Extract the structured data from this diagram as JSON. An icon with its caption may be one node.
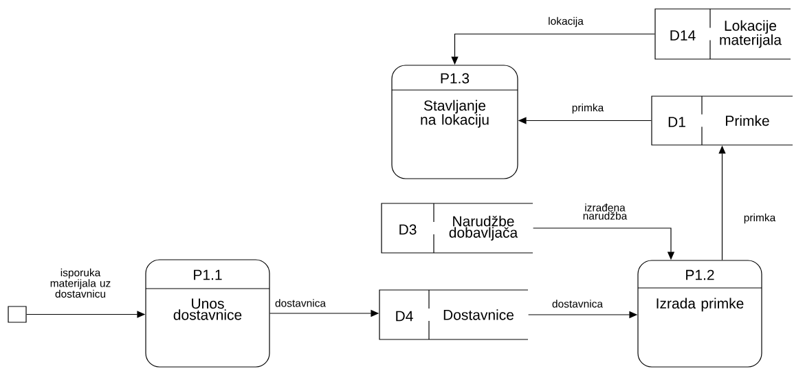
{
  "diagram": {
    "nodes": [
      {
        "text": [
          "D14",
          "Lokacije materijala"
        ]
      },
      {
        "text": [
          "P1.3",
          "Stavljanje na lokaciju"
        ]
      },
      {
        "text": [
          "D1",
          "Primke"
        ]
      },
      {
        "text": [
          "D3",
          "Narudžbe dobavljača"
        ]
      },
      {
        "text": [],
        "shape": "box"
      },
      {
        "text": [
          "P1.1",
          "Unos dostavnice"
        ]
      },
      {
        "text": [
          "D4",
          "Dostavnice"
        ]
      },
      {
        "text": [
          "P1.2",
          "Izrada primke"
        ]
      }
    ],
    "edges": [
      {
        "from": 0,
        "to": 1,
        "arrow": "to",
        "label": "lokacija"
      },
      {
        "from": 2,
        "to": 1,
        "arrow": "to",
        "label": "primka"
      },
      {
        "from": 7,
        "to": 2,
        "arrow": "to",
        "label": "primka"
      },
      {
        "from": 3,
        "to": 7,
        "arrow": "to",
        "label": "izrađena narudžba"
      },
      {
        "from": 4,
        "to": 5,
        "arrow": "to",
        "label": "isporuka materijala uz dostavnicu"
      },
      {
        "from": 5,
        "to": 6,
        "arrow": "to",
        "label": "dostavnica"
      },
      {
        "from": 6,
        "to": 7,
        "arrow": "to",
        "label": "dostavnica"
      }
    ]
  }
}
